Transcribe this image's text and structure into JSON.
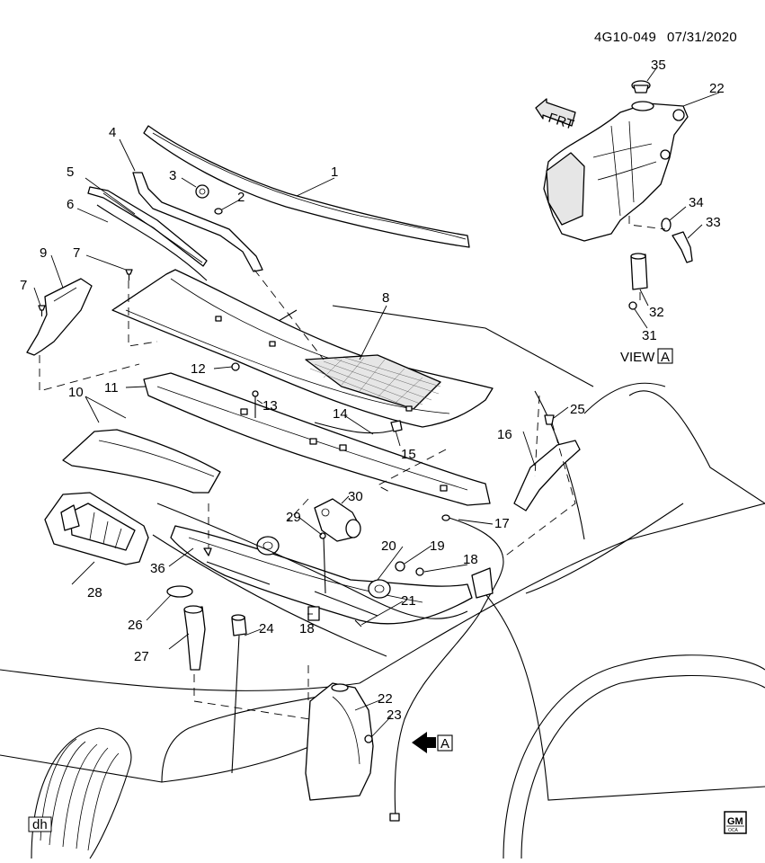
{
  "header": {
    "doc_code": "4G10-049",
    "date": "07/31/2020"
  },
  "callouts": [
    "1",
    "2",
    "3",
    "4",
    "5",
    "6",
    "7",
    "7",
    "8",
    "9",
    "10",
    "11",
    "12",
    "13",
    "14",
    "15",
    "16",
    "17",
    "18",
    "18",
    "19",
    "20",
    "21",
    "22",
    "22",
    "23",
    "24",
    "25",
    "26",
    "27",
    "28",
    "29",
    "30",
    "31",
    "32",
    "33",
    "34",
    "35",
    "36"
  ],
  "view_label": {
    "prefix": "VIEW",
    "letter": "A"
  },
  "arrow_label": "A",
  "front_arrow_label": "FRT",
  "footer": {
    "left_tag": "dh",
    "logo_text": "GM",
    "logo_sub": "OCA"
  }
}
